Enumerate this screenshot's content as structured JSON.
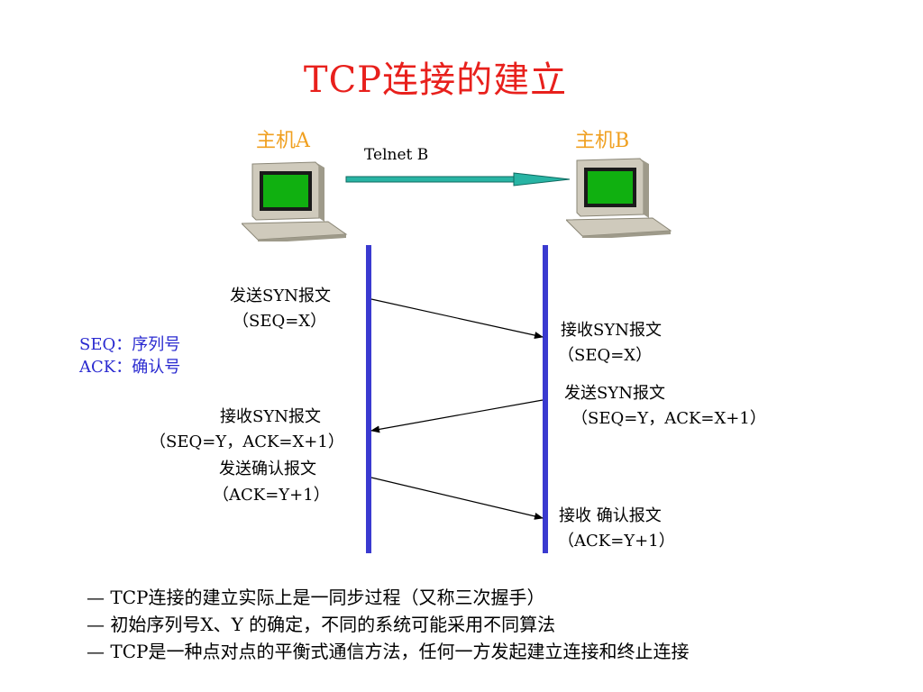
{
  "title": "TCP连接的建立",
  "host_a": {
    "label": "主机A"
  },
  "host_b": {
    "label": "主机B"
  },
  "telnet_label": "Telnet B",
  "legend": {
    "seq": "SEQ：序列号",
    "ack": "ACK：确认号"
  },
  "steps": {
    "a_send_syn": {
      "line1": "发送SYN报文",
      "line2": "（SEQ=X）"
    },
    "b_recv_syn": {
      "line1": "接收SYN报文",
      "line2": "（SEQ=X）"
    },
    "b_send_syn": {
      "line1": "发送SYN报文",
      "line2": "（SEQ=Y，ACK=X+1）"
    },
    "a_recv_syn": {
      "line1": "接收SYN报文",
      "line2": "（SEQ=Y，ACK=X+1）"
    },
    "a_send_ack": {
      "line1": "发送确认报文",
      "line2": "（ACK=Y+1）"
    },
    "b_recv_ack": {
      "line1": "接收 确认报文",
      "line2": "（ACK=Y+1）"
    }
  },
  "notes": [
    "— TCP连接的建立实际上是一同步过程（又称三次握手）",
    "— 初始序列号X、Y 的确定，不同的系统可能采用不同算法",
    "— TCP是一种点对点的平衡式通信方法，任何一方发起建立连接和终止连接"
  ],
  "colors": {
    "title": "#e8201c",
    "host_label": "#f0a020",
    "timeline": "#3a3ad0",
    "legend": "#2a2ad0",
    "telnet_arrow": "#28b4a4",
    "screen": "#10b010"
  }
}
